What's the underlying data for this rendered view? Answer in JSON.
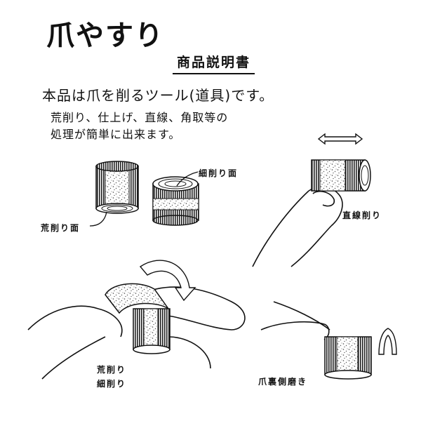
{
  "title": "爪やすり",
  "heading": "商品説明書",
  "intro": "本品は爪を削るツール(道具)です。",
  "description": [
    "荒削り、仕上げ、直線、角取等の",
    "処理が簡単に出来ます。"
  ],
  "labels": {
    "fine_surface": "細削り面",
    "coarse_surface": "荒削り面",
    "straight": "直線削り",
    "coarse": "荒削り",
    "fine": "細削り",
    "underside": "爪裏側磨き"
  }
}
